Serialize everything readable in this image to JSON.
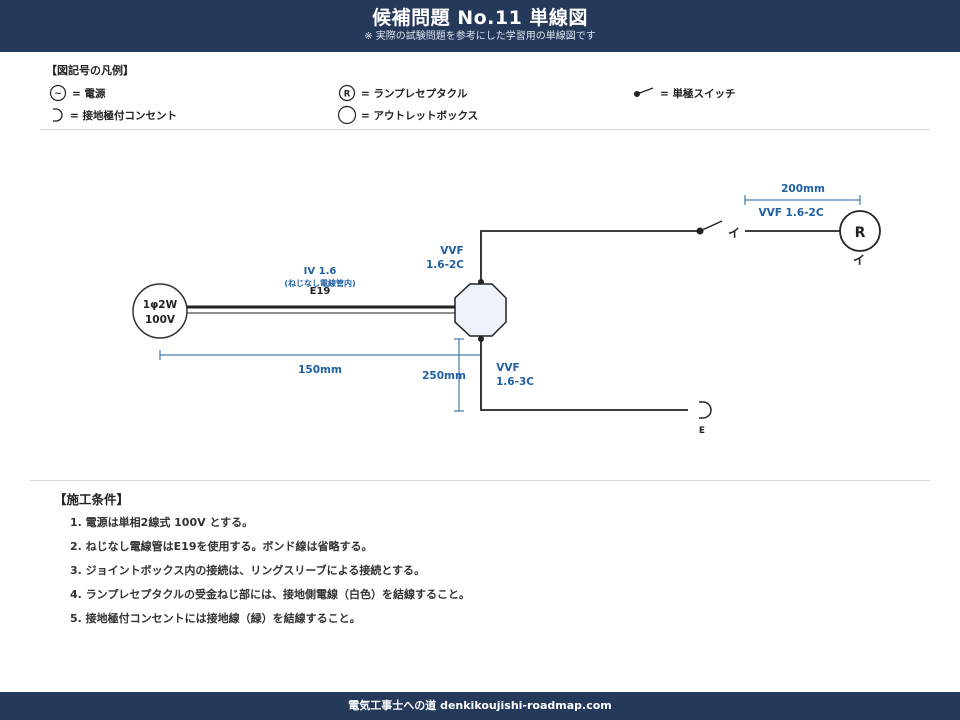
{
  "header": {
    "title": "候補問題 No.11  単線図",
    "subtitle": "※ 実際の試験問題を参考にした学習用の単線図です"
  },
  "legend": {
    "title": "【図記号の凡例】",
    "items": [
      {
        "symbol": "~",
        "label": "= 電源",
        "icon": "power-source-icon"
      },
      {
        "symbol": "R",
        "label": "= ランプレセプタクル",
        "icon": "lamp-receptacle-icon"
      },
      {
        "symbol": "",
        "label": "= 単極スイッチ",
        "icon": "single-pole-switch-icon"
      },
      {
        "symbol": "",
        "label": "= 接地極付コンセント",
        "icon": "grounded-outlet-icon"
      },
      {
        "symbol": "",
        "label": "= アウトレットボックス",
        "icon": "outlet-box-icon"
      }
    ]
  },
  "diagram": {
    "source": {
      "line1": "1φ2W",
      "line2": "100V"
    },
    "conduit_cable": {
      "label": "IV 1.6",
      "note": "(ねじなし電線管内)",
      "pipe": "E19"
    },
    "dim_150": "150mm",
    "dim_250": "250mm",
    "dim_200": "200mm",
    "upper_cable": {
      "line1": "VVF",
      "line2": "1.6-2C"
    },
    "lower_cable": {
      "line1": "VVF",
      "line2": "1.6-3C"
    },
    "lamp_cable": "VVF 1.6-2C",
    "lamp_symbol": "R",
    "switch_tag": "イ",
    "lamp_tag": "イ",
    "outlet_tag": "E"
  },
  "conditions": {
    "title": "【施工条件】",
    "items": [
      "1. 電源は単相2線式 100V とする。",
      "2. ねじなし電線管はE19を使用する。ボンド線は省略する。",
      "3. ジョイントボックス内の接続は、リングスリーブによる接続とする。",
      "4. ランプレセプタクルの受金ねじ部には、接地側電線（白色）を結線すること。",
      "5. 接地極付コンセントには接地線（緑）を結線すること。"
    ]
  },
  "footer": {
    "text": "電気工事士への道 denkikoujishi-roadmap.com"
  },
  "colors": {
    "navy": "#25395a",
    "blue": "#1f5fa3",
    "line": "#222222",
    "box_fill": "#eef3fb"
  }
}
